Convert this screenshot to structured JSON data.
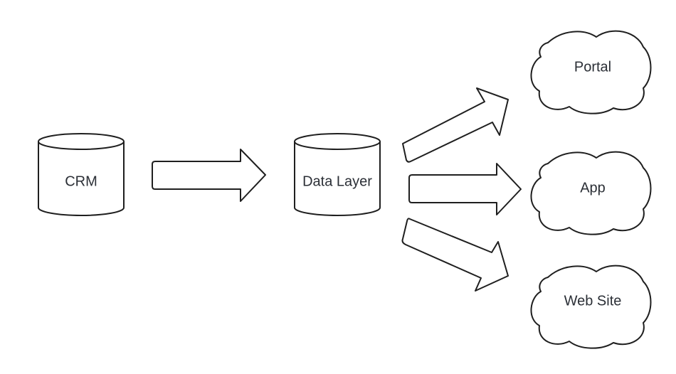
{
  "colors": {
    "stroke": "#1f1f1f",
    "fill": "#ffffff",
    "text": "#2b2f36",
    "background": "#ffffff"
  },
  "nodes": {
    "crm": {
      "label": "CRM",
      "shape": "database-cylinder"
    },
    "data_layer": {
      "label": "Data Layer",
      "shape": "database-cylinder"
    },
    "portal": {
      "label": "Portal",
      "shape": "cloud"
    },
    "app": {
      "label": "App",
      "shape": "cloud"
    },
    "web_site": {
      "label": "Web Site",
      "shape": "cloud"
    }
  },
  "edges": [
    {
      "from": "CRM",
      "to": "Data Layer"
    },
    {
      "from": "Data Layer",
      "to": "Portal"
    },
    {
      "from": "Data Layer",
      "to": "App"
    },
    {
      "from": "Data Layer",
      "to": "Web Site"
    }
  ]
}
